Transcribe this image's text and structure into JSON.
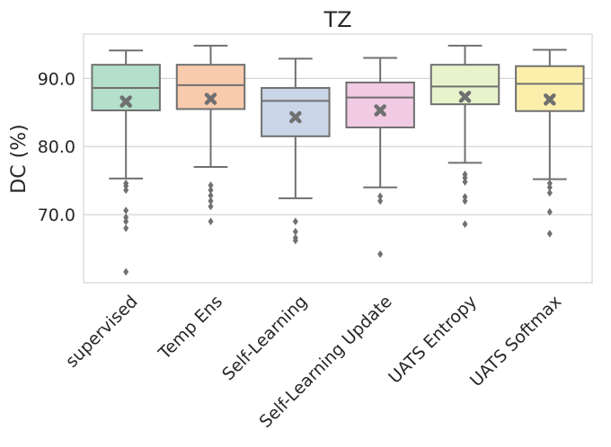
{
  "chart_data": {
    "type": "box",
    "title": "TZ",
    "xlabel": "",
    "ylabel": "DC (%)",
    "ylim": [
      60.0,
      96.5
    ],
    "yticks": [
      70.0,
      80.0,
      90.0
    ],
    "ytick_labels": [
      "70.0",
      "80.0",
      "90.0"
    ],
    "grid": true,
    "legend": null,
    "categories": [
      "supervised",
      "Temp Ens",
      "Self-Learning",
      "Self-Learning Update",
      "UATS Entropy",
      "UATS Softmax"
    ],
    "colors": [
      "#b3dfcb",
      "#f8cbad",
      "#cbd5e8",
      "#f1cbe4",
      "#e7f4cb",
      "#fcefac"
    ],
    "boxes": [
      {
        "whislo": 75.3,
        "q1": 85.3,
        "med": 88.6,
        "q3": 92.0,
        "whishi": 94.1,
        "mean": 86.6,
        "fliers": [
          74.6,
          74.2,
          73.6,
          70.6,
          69.6,
          69.0,
          68.0,
          61.6
        ]
      },
      {
        "whislo": 77.0,
        "q1": 85.5,
        "med": 89.0,
        "q3": 92.0,
        "whishi": 94.8,
        "mean": 87.0,
        "fliers": [
          74.3,
          73.6,
          72.8,
          72.0,
          71.2,
          69.0
        ]
      },
      {
        "whislo": 72.4,
        "q1": 81.5,
        "med": 86.7,
        "q3": 88.6,
        "whishi": 92.9,
        "mean": 84.3,
        "fliers": [
          69.0,
          67.5,
          66.6,
          66.2
        ]
      },
      {
        "whislo": 74.0,
        "q1": 82.8,
        "med": 87.2,
        "q3": 89.4,
        "whishi": 93.0,
        "mean": 85.3,
        "fliers": [
          72.7,
          72.0,
          64.2
        ]
      },
      {
        "whislo": 77.6,
        "q1": 86.2,
        "med": 88.8,
        "q3": 92.0,
        "whishi": 94.8,
        "mean": 87.3,
        "fliers": [
          75.9,
          75.4,
          74.8,
          72.6,
          72.0,
          68.6
        ]
      },
      {
        "whislo": 75.2,
        "q1": 85.2,
        "med": 89.2,
        "q3": 91.8,
        "whishi": 94.2,
        "mean": 86.9,
        "fliers": [
          74.6,
          74.0,
          73.2,
          70.4,
          67.2
        ]
      }
    ]
  }
}
